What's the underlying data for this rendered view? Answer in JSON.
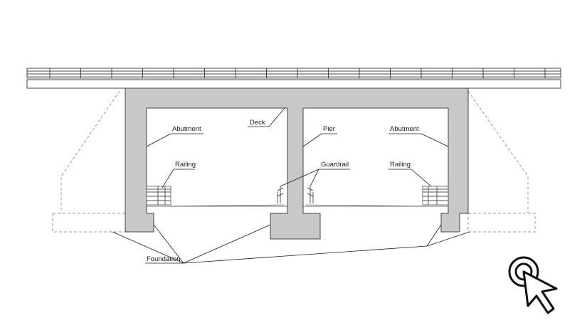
{
  "labels": {
    "abutment_left": "Abutment",
    "deck": "Deck",
    "pier": "Pier",
    "abutment_right": "Abutment",
    "railing_left": "Railing",
    "guardrail": "Guardrail",
    "railing_right": "Railing",
    "foundation": "Foundation"
  },
  "colors": {
    "concrete_fill": "#c8c8c8",
    "line": "#1a1a1a",
    "dashed": "#9a9a9a"
  },
  "icons": {
    "cursor": "click-cursor-icon"
  }
}
